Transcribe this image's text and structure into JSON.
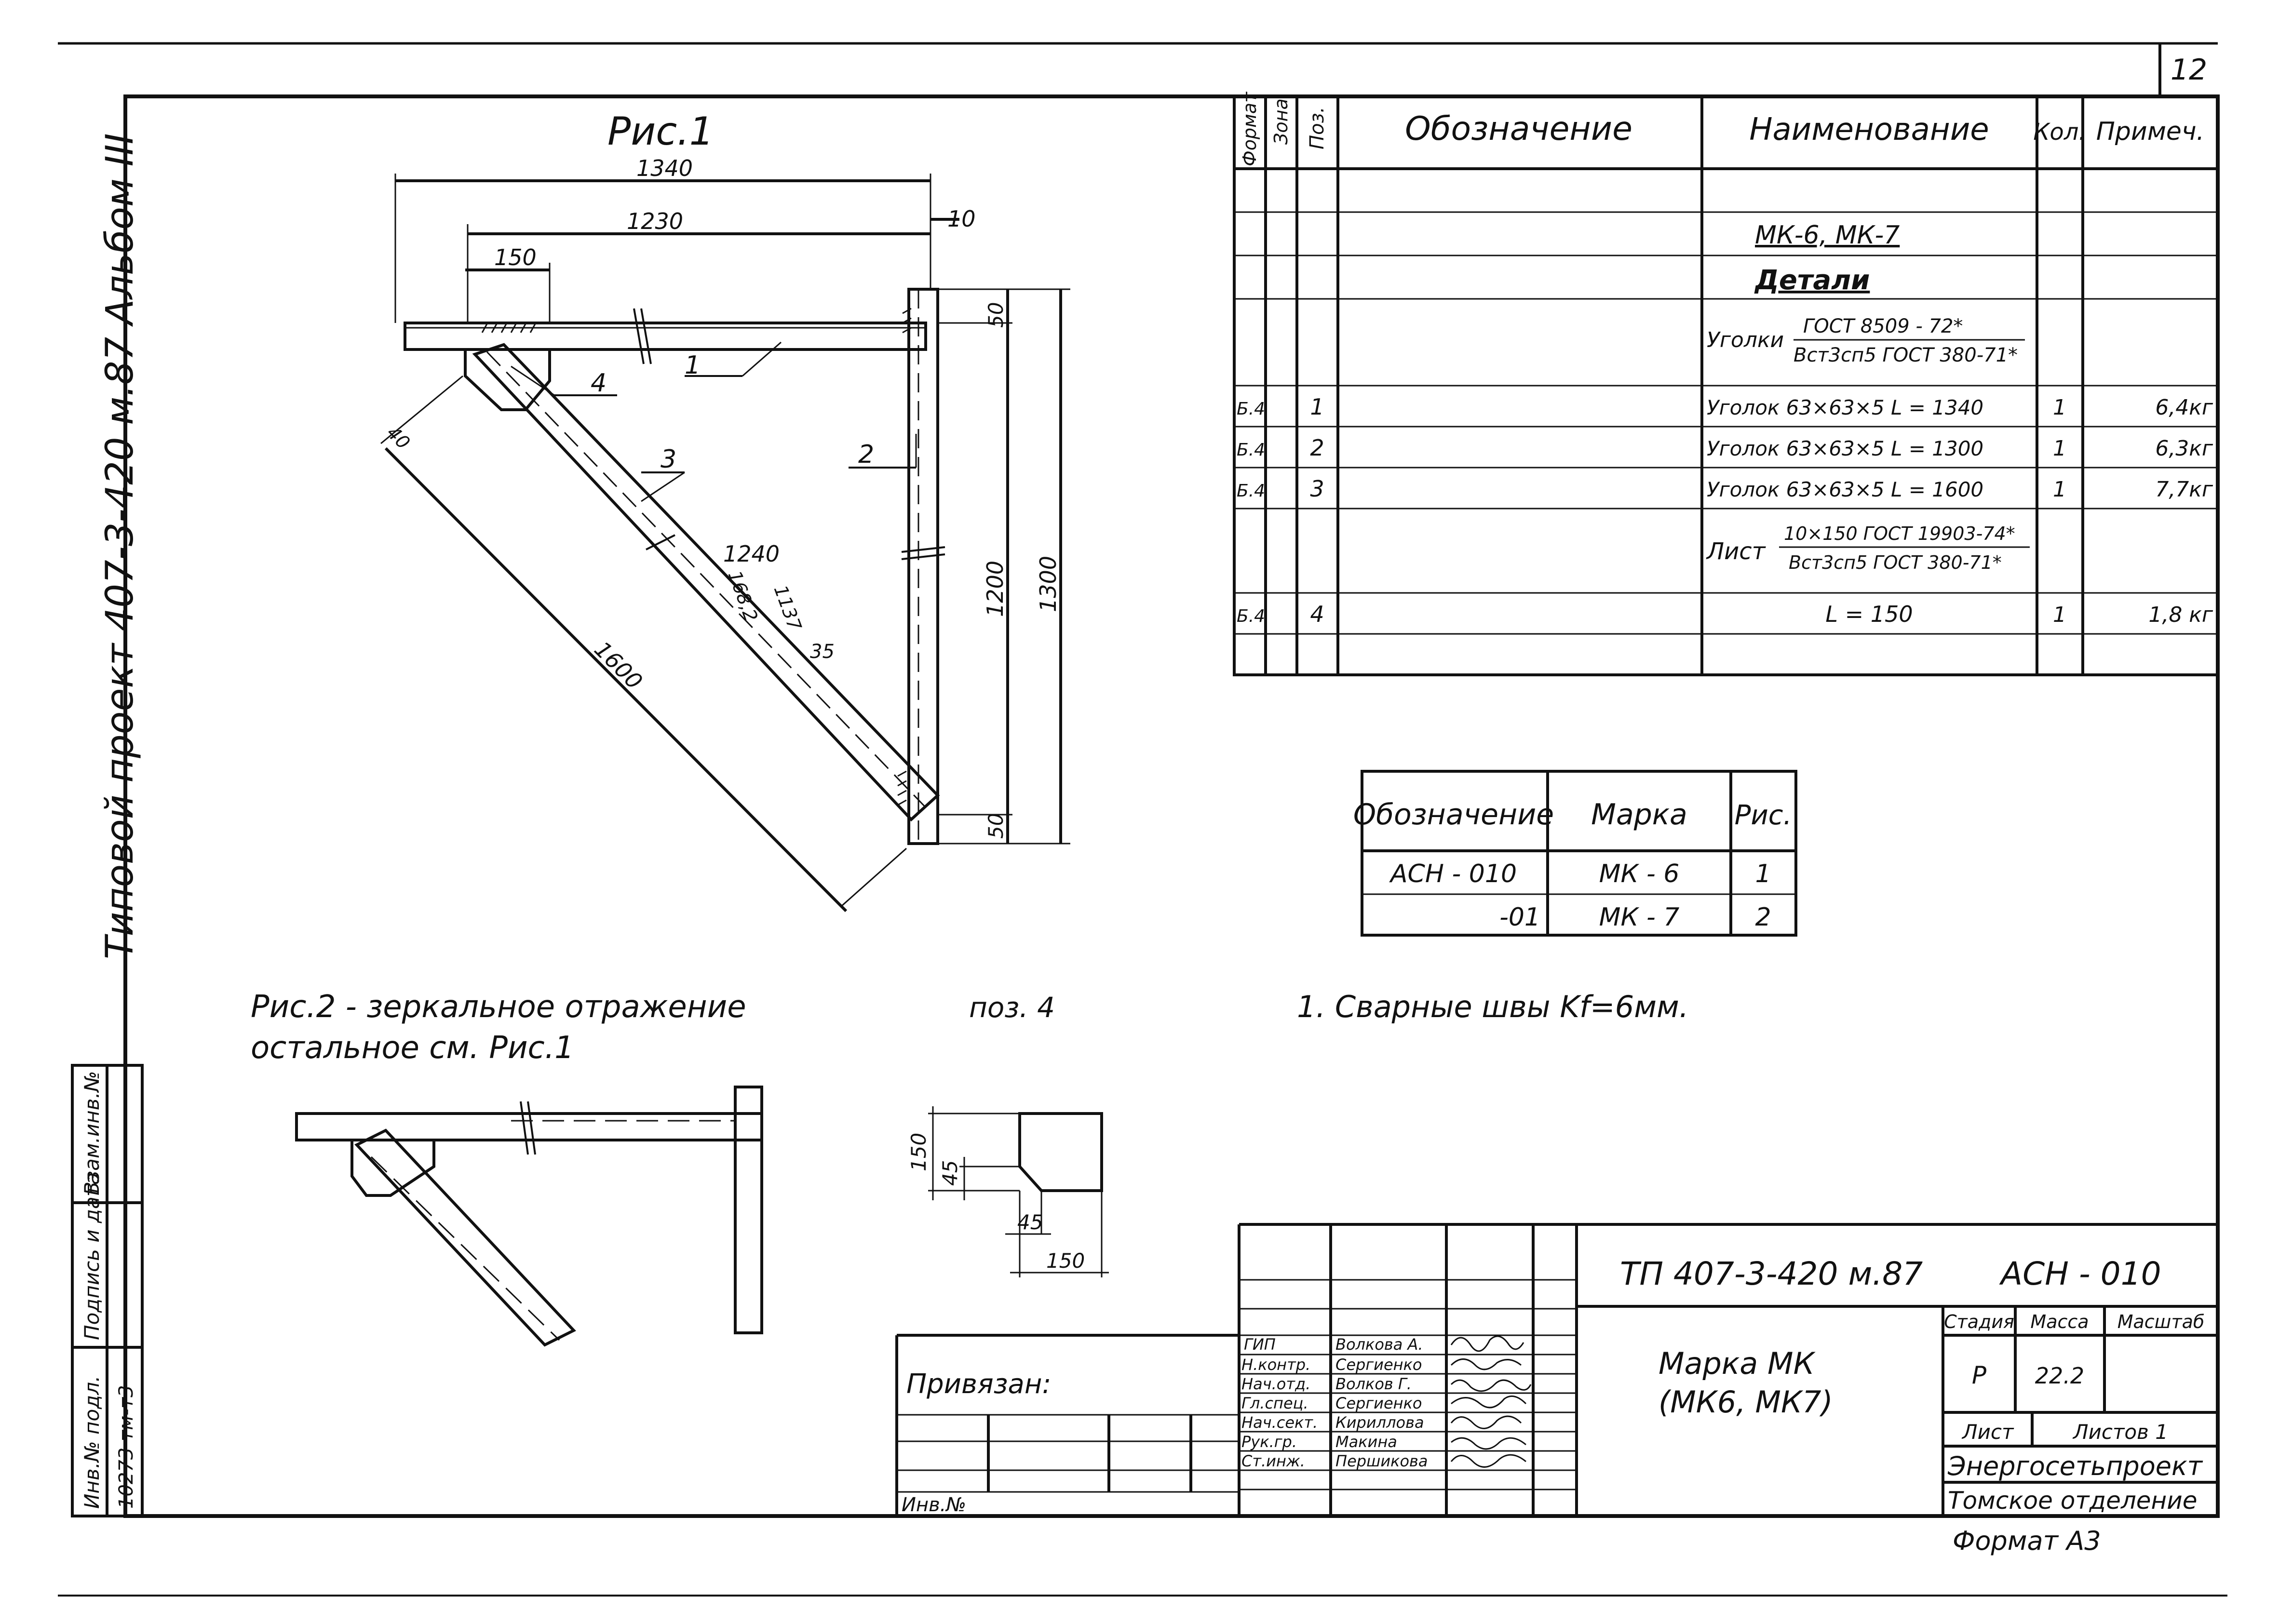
{
  "sheet": {
    "sheet_number": "12",
    "side_title": "Типовой проект 407-3-420 м.87 Альбом III",
    "format": "Формат А3"
  },
  "fig1": {
    "title": "Рис.1",
    "dims": {
      "d1340": "1340",
      "d1230": "1230",
      "d150": "150",
      "d10": "10",
      "d50_top": "50",
      "d1200": "1200",
      "d1300": "1300",
      "d50_bot": "50",
      "d1600": "1600",
      "d1240": "1240",
      "d168": "168,2",
      "d137": "1137",
      "d35": "35",
      "d40": "40"
    },
    "callouts": {
      "c1": "1",
      "c2": "2",
      "c3": "3",
      "c4": "4"
    }
  },
  "fig2": {
    "caption_line1": "Рис.2 - зеркальное отражение",
    "caption_line2": "остальное см. Рис.1"
  },
  "pos4": {
    "title": "поз. 4",
    "dims": {
      "h150": "150",
      "h45": "45",
      "w45": "45",
      "w150": "150"
    }
  },
  "spec": {
    "headers": [
      "Формат",
      "Зона",
      "Поз.",
      "Обозначение",
      "Наименование",
      "Кол.",
      "Примеч."
    ],
    "group_title": "МК-6, МК-7",
    "section_title": "Детали",
    "angles_header": {
      "label": "Уголки",
      "top": "ГОСТ 8509 - 72*",
      "bottom": "Вст3сп5 ГОСТ 380-71*"
    },
    "rows": [
      {
        "format": "Б.4",
        "pos": "1",
        "name": "Уголок 63×63×5  L = 1340",
        "qty": "1",
        "note": "6,4кг"
      },
      {
        "format": "Б.4",
        "pos": "2",
        "name": "Уголок 63×63×5  L = 1300",
        "qty": "1",
        "note": "6,3кг"
      },
      {
        "format": "Б.4",
        "pos": "3",
        "name": "Уголок 63×63×5  L = 1600",
        "qty": "1",
        "note": "7,7кг"
      }
    ],
    "sheet_header": {
      "label": "Лист",
      "top": "10×150 ГОСТ 19903-74*",
      "bottom": "Вст3сп5 ГОСТ 380-71*"
    },
    "last_row": {
      "format": "Б.4",
      "pos": "4",
      "name": "L = 150",
      "qty": "1",
      "note": "1,8 кг"
    }
  },
  "marks": {
    "headers": [
      "Обозначение",
      "Марка",
      "Рис."
    ],
    "rows": [
      {
        "code": "АСН - 010",
        "mark": "МК - 6",
        "fig": "1"
      },
      {
        "code": "-01",
        "mark": "МК - 7",
        "fig": "2"
      }
    ]
  },
  "note": "1. Сварные швы Kf=6мм.",
  "left_stamp": {
    "inv_label": "Инв.№ подл.",
    "sign_label": "Подпись и дата",
    "replace_label": "Взам.инв.№",
    "inv_value": "10273 тм-т3"
  },
  "title_block": {
    "doc_number": "ТП 407-3-420 м.87",
    "doc_code": "АСН - 010",
    "title_line1": "Марка  МК",
    "title_line2": "(МК6, МК7)",
    "privyazan": "Привязан:",
    "inv_no": "Инв.№",
    "stage_header": "Стадия",
    "mass_header": "Масса",
    "scale_header": "Масштаб",
    "stage": "Р",
    "mass": "22.2",
    "sheet_label": "Лист",
    "sheets_label": "Листов 1",
    "org": "Энергосетьпроект",
    "dept": "Томское отделение",
    "staff": [
      {
        "role": "ГИП",
        "name": "Волкова А."
      },
      {
        "role": "Н.контр.",
        "name": "Сергиенко"
      },
      {
        "role": "Нач.отд.",
        "name": "Волков Г."
      },
      {
        "role": "Гл.спец.",
        "name": "Сергиенко"
      },
      {
        "role": "Нач.сект.",
        "name": "Кириллова"
      },
      {
        "role": "Рук.гр.",
        "name": "Макина"
      },
      {
        "role": "Ст.инж.",
        "name": "Першикова"
      }
    ]
  }
}
